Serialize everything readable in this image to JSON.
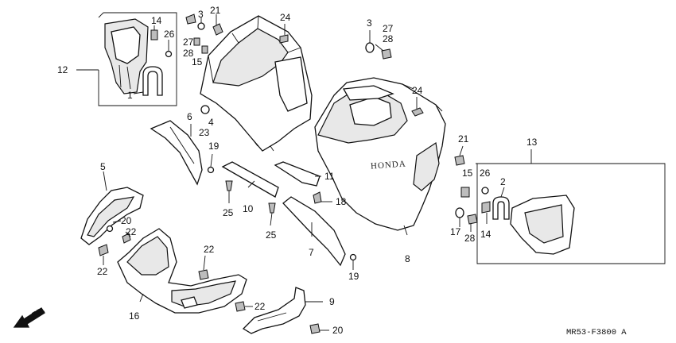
{
  "diagram": {
    "code": "MR53-F3800 A",
    "brand_text": "HONDA",
    "direction_label": "FR.",
    "callouts": [
      {
        "id": "c1",
        "text": "1"
      },
      {
        "id": "c2",
        "text": "2"
      },
      {
        "id": "c3a",
        "text": "3"
      },
      {
        "id": "c3b",
        "text": "3"
      },
      {
        "id": "c4",
        "text": "4"
      },
      {
        "id": "c5",
        "text": "5"
      },
      {
        "id": "c6",
        "text": "6"
      },
      {
        "id": "c7",
        "text": "7"
      },
      {
        "id": "c8",
        "text": "8"
      },
      {
        "id": "c9",
        "text": "9"
      },
      {
        "id": "c10",
        "text": "10"
      },
      {
        "id": "c11",
        "text": "11"
      },
      {
        "id": "c12",
        "text": "12"
      },
      {
        "id": "c13",
        "text": "13"
      },
      {
        "id": "c14a",
        "text": "14"
      },
      {
        "id": "c14b",
        "text": "14"
      },
      {
        "id": "c15a",
        "text": "15"
      },
      {
        "id": "c15b",
        "text": "15"
      },
      {
        "id": "c16",
        "text": "16"
      },
      {
        "id": "c17",
        "text": "17"
      },
      {
        "id": "c18",
        "text": "18"
      },
      {
        "id": "c19a",
        "text": "19"
      },
      {
        "id": "c19b",
        "text": "19"
      },
      {
        "id": "c20a",
        "text": "20"
      },
      {
        "id": "c20b",
        "text": "20"
      },
      {
        "id": "c21a",
        "text": "21"
      },
      {
        "id": "c21b",
        "text": "21"
      },
      {
        "id": "c22a",
        "text": "22"
      },
      {
        "id": "c22b",
        "text": "22"
      },
      {
        "id": "c22c",
        "text": "22"
      },
      {
        "id": "c22d",
        "text": "22"
      },
      {
        "id": "c23",
        "text": "23"
      },
      {
        "id": "c24a",
        "text": "24"
      },
      {
        "id": "c24b",
        "text": "24"
      },
      {
        "id": "c25a",
        "text": "25"
      },
      {
        "id": "c25b",
        "text": "25"
      },
      {
        "id": "c26a",
        "text": "26"
      },
      {
        "id": "c26b",
        "text": "26"
      },
      {
        "id": "c27a",
        "text": "27"
      },
      {
        "id": "c27b",
        "text": "27"
      },
      {
        "id": "c28a",
        "text": "28"
      },
      {
        "id": "c28b",
        "text": "28"
      },
      {
        "id": "c28c",
        "text": "28"
      }
    ]
  }
}
